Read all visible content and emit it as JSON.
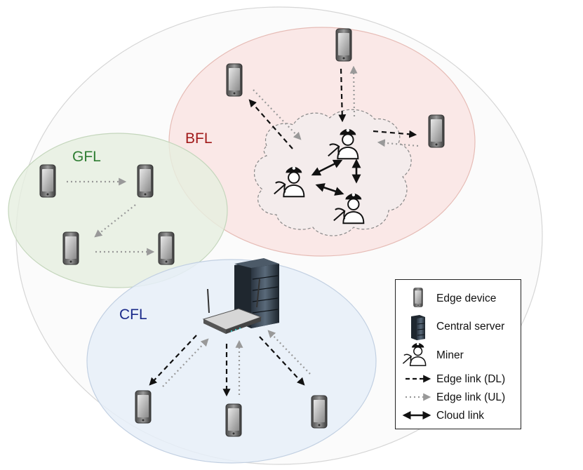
{
  "regions": {
    "gfl": {
      "label": "GFL",
      "color": "#2e7d32",
      "fill": "#e6efe0"
    },
    "bfl": {
      "label": "BFL",
      "color": "#a11a1a",
      "fill": "#f9e6e4"
    },
    "cfl": {
      "label": "CFL",
      "color": "#1a2a8a",
      "fill": "#e6eef8"
    }
  },
  "legend": {
    "edge_device": "Edge device",
    "central_server": "Central server",
    "miner": "Miner",
    "edge_link_dl": "Edge link (DL)",
    "edge_link_ul": "Edge link (UL)",
    "cloud_link": "Cloud link"
  },
  "icons": {
    "device": "phone-icon",
    "server": "server-icon",
    "router": "router-icon",
    "miner": "miner-icon"
  }
}
